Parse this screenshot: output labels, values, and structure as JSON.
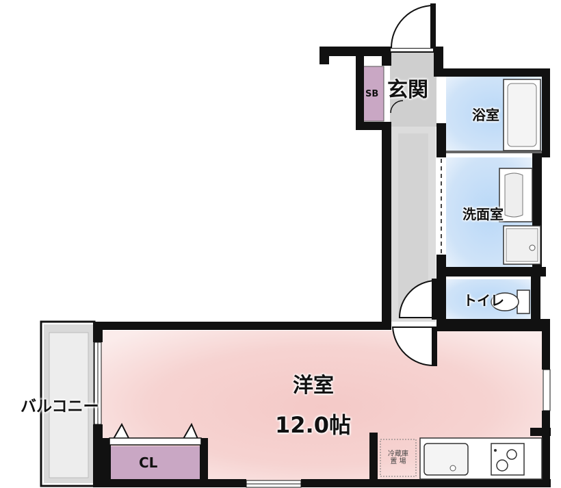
{
  "rooms": {
    "entrance": "玄関",
    "shoe_box": "SB",
    "bathroom": "浴室",
    "washroom": "洗面室",
    "toilet": "トイレ",
    "western_room": "洋室",
    "western_room_size": "12.0帖",
    "balcony": "バルコニー",
    "closet": "CL",
    "fridge_space_line1": "冷蔵庫",
    "fridge_space_line2": "置 場"
  },
  "colors": {
    "wall": "#111111",
    "living_floor": "#f4c9c7",
    "wet_area": "#b9d8f7",
    "closet": "#c9a7c4",
    "corridor": "#d9d9d9",
    "balcony": "#e2e2e2"
  },
  "icons": [
    "door-swing-icon",
    "bathtub-icon",
    "washbasin-icon",
    "washing-machine-pan-icon",
    "toilet-icon",
    "kitchen-sink-icon",
    "stove-icon"
  ]
}
